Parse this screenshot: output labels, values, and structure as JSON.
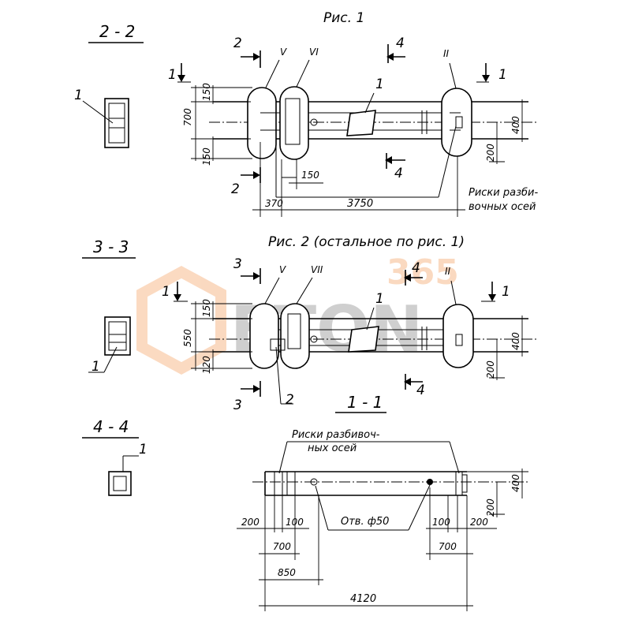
{
  "figures": {
    "fig1_title": "Рис. 1",
    "fig2_title": "Рис. 2 (остальное по рис. 1)"
  },
  "sections": {
    "s22": "2 - 2",
    "s33": "3 - 3",
    "s44": "4 - 4",
    "s11": "1 - 1"
  },
  "callouts": {
    "one": "1",
    "two": "2",
    "three": "3",
    "four": "4",
    "roman_ii": "II",
    "roman_v": "V",
    "roman_vi": "VI",
    "roman_vii": "VII"
  },
  "notes": {
    "axes_marks_fig1_line1": "Риски разби-",
    "axes_marks_fig1_line2": "вочных осей",
    "axes_marks_11_line1": "Риски разбивоч-",
    "axes_marks_11_line2": "ных осей",
    "hole": "Отв. ф50"
  },
  "dimensions": {
    "d150": "150",
    "d700": "700",
    "d400": "400",
    "d200": "200",
    "d370": "370",
    "d3750": "3750",
    "d550": "550",
    "d120": "120",
    "d100": "100",
    "d850": "850",
    "d4120": "4120"
  },
  "watermark": {
    "text": "ETON",
    "number": "365",
    "colors": {
      "orange": "#f5a05a",
      "grey": "#8c8c8c"
    }
  }
}
